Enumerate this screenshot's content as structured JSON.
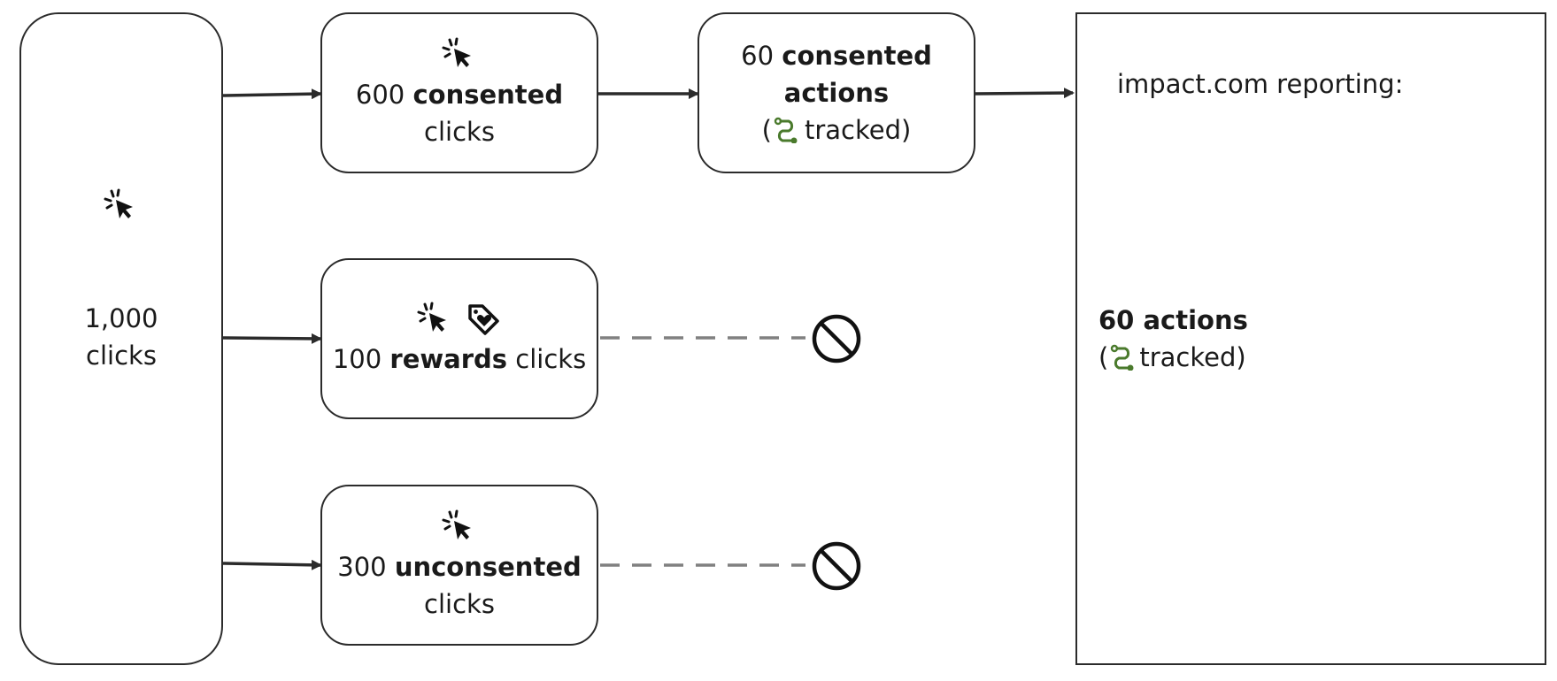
{
  "source": {
    "count": "1,000",
    "unit": "clicks",
    "icon": "cursor-click-icon"
  },
  "consented_clicks": {
    "count": "600",
    "bold": "consented",
    "unit": "clicks",
    "icon": "cursor-click-icon"
  },
  "consented_actions": {
    "count": "60",
    "bold_line1": "consented",
    "bold_line2": "actions",
    "tracked_open": "(",
    "tracked_text": "tracked)",
    "icon": "route-tracked-icon"
  },
  "rewards_clicks": {
    "count": "100",
    "bold": "rewards",
    "unit": "clicks",
    "icons": [
      "cursor-click-icon",
      "heart-tag-icon"
    ]
  },
  "unconsented_clicks": {
    "count": "300",
    "bold": "unconsented",
    "unit": "clicks",
    "icon": "cursor-click-icon"
  },
  "report": {
    "heading": "impact.com reporting:",
    "result_bold": "60 actions",
    "tracked_open": "(",
    "tracked_text": "tracked)",
    "icon": "route-tracked-icon"
  },
  "colors": {
    "stroke": "#2b2b2b",
    "dashed": "#808080",
    "tracked_green": "#4a7a2c"
  }
}
